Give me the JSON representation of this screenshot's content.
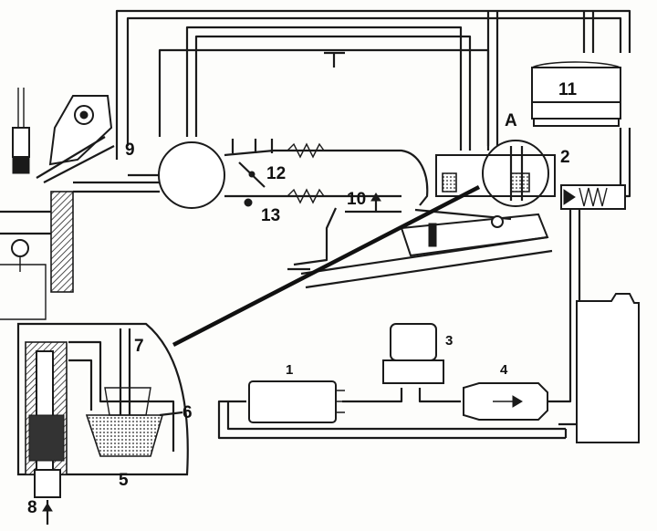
{
  "labels": {
    "l1": "1",
    "l2": "2",
    "l3": "3",
    "l4": "4",
    "l5": "5",
    "l6": "6",
    "l7": "7",
    "l8": "8",
    "l9": "9",
    "l10": "10",
    "l11": "11",
    "l12": "12",
    "l13": "13",
    "lA": "A"
  }
}
